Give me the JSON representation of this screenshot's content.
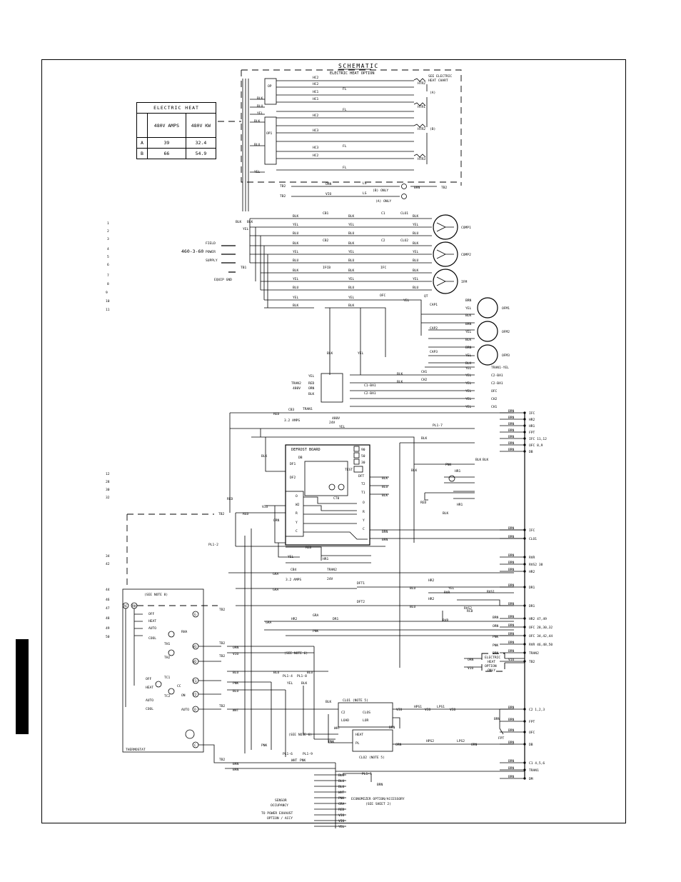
{
  "title": "SCHEMATIC",
  "electric_heat_option": {
    "title": "ELECTRIC HEAT OPTION",
    "see_chart": [
      "SEE ELECTRIC",
      "HEAT CHART"
    ],
    "groups": [
      "(A)",
      "(B)"
    ],
    "heaters": [
      "HTR2",
      "HTR1",
      "HTR2",
      "HTR3"
    ],
    "overload": [
      "OP",
      "OP1"
    ],
    "contactors": [
      "HC2",
      "HC2",
      "HC1",
      "HC1",
      "HC2",
      "HC3",
      "HC3",
      "HC2"
    ],
    "fuse": "FL",
    "limit_switch": "LS",
    "limit_notes": [
      "(B) ONLY",
      "(A) ONLY"
    ]
  },
  "electric_heat_table": {
    "title": "ELECTRIC HEAT",
    "headers": [
      "",
      "480V AMPS",
      "480V KW"
    ],
    "rows": [
      {
        "option": "A",
        "amps": "39",
        "kw": "32.4"
      },
      {
        "option": "B",
        "amps": "66",
        "kw": "54.9"
      }
    ]
  },
  "line_numbers": [
    "1",
    "2",
    "3",
    "4",
    "5",
    "6",
    "7",
    "8",
    "9",
    "10",
    "11",
    "12",
    "28",
    "30",
    "32",
    "34",
    "42",
    "44",
    "46",
    "47",
    "48",
    "49",
    "50"
  ],
  "power": {
    "supply": "460-3-60",
    "field_label": [
      "FIELD",
      "POWER",
      "SUPPLY"
    ],
    "ground": "EQUIP GND",
    "terminal": "TB1"
  },
  "wire_colors": {
    "black": "BLK",
    "blue": "BLU",
    "yellow": "YEL",
    "orange": "ORN",
    "violet": "VIO",
    "brown": "BRN",
    "red": "RED",
    "gray": "GRA",
    "pink": "PNK",
    "white": "WHT"
  },
  "breakers": [
    "CB1",
    "CB2",
    "IFCB"
  ],
  "contactor_labels": [
    "C1",
    "C2",
    "IFC",
    "OFC",
    "CLO1",
    "CLO2"
  ],
  "motors": [
    "COMP1",
    "COMP2",
    "IFM",
    "OFM1",
    "OFM2",
    "OFM3"
  ],
  "capacitors": [
    "CAP1",
    "CAP2",
    "CAP3",
    "QT"
  ],
  "transformer": {
    "label": [
      "TRAN2",
      "480V"
    ],
    "tran1": "TRAN1",
    "voltage_480": "480V",
    "voltage_24": "24V",
    "outputs": [
      "TRAN1-YEL",
      "C2-BA1",
      "C2-BA1",
      "OFC",
      "CH2",
      "CH1"
    ],
    "heater_labels": [
      "C1-BA1",
      "C2-BA1",
      "CH1",
      "CH2"
    ]
  },
  "cb3": {
    "label": "CB3",
    "rating": "3.2 AMPS"
  },
  "cb4": {
    "label": "CB4",
    "rating": "3.2 AMPS"
  },
  "defrost_board": {
    "title": "DEFROST BOARD",
    "db": "DB",
    "times": [
      "90",
      "50",
      "30"
    ],
    "test": "TEST",
    "terminals_left": [
      "DF1",
      "DF2",
      "O",
      "W2",
      "R",
      "Y",
      "C"
    ],
    "terminals_right": [
      "DFT",
      "T2",
      "T1",
      "O",
      "R",
      "Y",
      "C"
    ],
    "ct": "CT0"
  },
  "right_bus": [
    {
      "wire": "BRN",
      "label": "IFC"
    },
    {
      "wire": "BRN",
      "label": "HR2"
    },
    {
      "wire": "BRN",
      "label": "HR1"
    },
    {
      "wire": "BRN",
      "label": "FPT"
    },
    {
      "wire": "BRN",
      "label": "IFC",
      "lines": "11,12"
    },
    {
      "wire": "BRN",
      "label": "OFC",
      "lines": "8,9"
    },
    {
      "wire": "BRN",
      "label": "DB"
    },
    {
      "wire": "BRN",
      "label": "IFC"
    },
    {
      "wire": "BRN",
      "label": "CLO1"
    },
    {
      "wire": "BRN",
      "label": "RVR"
    },
    {
      "wire": "BRN",
      "label": "RVS2",
      "lines": "38"
    },
    {
      "wire": "BRN",
      "label": "HR2"
    },
    {
      "wire": "BRN",
      "label": "DR1"
    },
    {
      "wire": "BRN",
      "label": "DR1"
    },
    {
      "wire": "BRN",
      "label": "HR2",
      "lines": "47,49"
    },
    {
      "wire": "BRN",
      "label": "OFC",
      "lines": "28,30,32"
    },
    {
      "wire": "BRN",
      "label": "OFC",
      "lines": "34,42,44"
    },
    {
      "wire": "BRN",
      "label": "RVR",
      "lines": "46,48,50"
    },
    {
      "wire": "BRN",
      "label": "TRAN2"
    },
    {
      "wire": "VIO",
      "label": "TB2"
    },
    {
      "wire": "BRN",
      "label": "C2",
      "lines": "1,2,3"
    },
    {
      "wire": "BRN",
      "label": "FPT"
    },
    {
      "wire": "BRN",
      "label": "OFC"
    },
    {
      "wire": "BRN",
      "label": "DB"
    },
    {
      "wire": "BRN",
      "label": "C1",
      "lines": "4,5,6"
    },
    {
      "wire": "BRN",
      "label": "TRAN1"
    },
    {
      "wire": "BRN",
      "label": "DM"
    },
    {
      "wire": "BRN",
      "label": "PL1-1"
    }
  ],
  "relays": [
    "HR1",
    "HR2",
    "DFT1",
    "DFT2",
    "RVS1",
    "RVS2",
    "RVR",
    "RCB",
    "DR1",
    "PL1-7",
    "PL1-2"
  ],
  "heat_option": [
    "ELECTRIC",
    "HEAT",
    "OPTION",
    "ONLY"
  ],
  "thermostat": {
    "label": "THERMOSTAT",
    "note": "(SEE NOTE 8)",
    "fan_modes": [
      "OFF",
      "HEAT",
      "AUTO",
      "COOL"
    ],
    "heat_modes": [
      "OFF",
      "HEAT",
      "AUTO",
      "COOL"
    ],
    "terminals": [
      "RC",
      "RH",
      "G",
      "W1",
      "W2",
      "Y1",
      "Y2",
      "O",
      "C"
    ],
    "components": [
      "TH1",
      "TH2",
      "TC1",
      "TC2",
      "RHA",
      "CC",
      "AUTO",
      "ON"
    ]
  },
  "tb2_terminals": [
    "TB2",
    "TB2",
    "TB2",
    "TB2",
    "TB2",
    "TB2",
    "TB2"
  ],
  "notes": [
    "(SEE NOTE 6)",
    "CLO1 (NOTE 5)",
    "CLO2 (NOTE 5)",
    "(SEE NOTE 6)"
  ],
  "switches": [
    "LPS1",
    "HPS1",
    "LPS2",
    "HPS2",
    "PL1-4",
    "PL1-8",
    "PL1-6",
    "PL1-9"
  ],
  "clo_board": [
    "C2",
    "HEAT",
    "PL",
    "CLOS",
    "LOAD",
    "LOR"
  ],
  "economizer": {
    "label": "ECONOMIZER OPTION/ACCESSORY",
    "sub": "(SEE SHEET 2)"
  },
  "sensor": [
    "SENSOR",
    "OCCUPANCY"
  ],
  "power_exhaust": [
    "TO POWER EXHAUST",
    "OPTION / ACCY"
  ]
}
